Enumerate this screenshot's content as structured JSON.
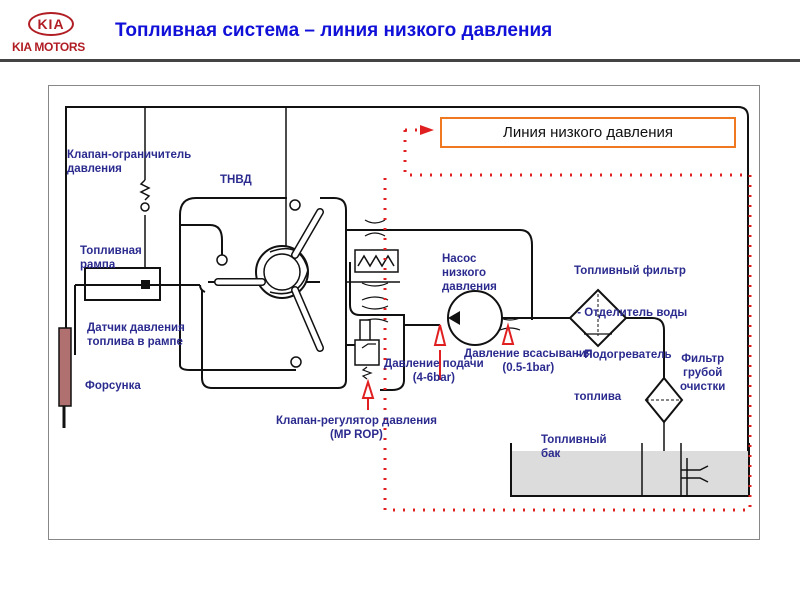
{
  "header": {
    "logo_mark": "KIA",
    "logo_text": "KIA MOTORS",
    "title": "Топливная система – линия низкого давления"
  },
  "legend": {
    "label": "Линия низкого давления",
    "line_style": "dotted",
    "color": "#e02020"
  },
  "colors": {
    "title": "#1010d8",
    "labels": "#2b2b8f",
    "brand": "#b01e24",
    "legend_border": "#f07820",
    "low_pressure_line": "#e02020",
    "tank_fuel": "#dcdcdc",
    "injector": "#b07070"
  },
  "labels": {
    "limiter_valve": [
      "Клапан-ограничитель",
      "давления"
    ],
    "hp_pump": "ТНВД",
    "fuel_rail": [
      "Топливная",
      "рампа"
    ],
    "rail_sensor": [
      "Датчик давления",
      "топлива в рампе"
    ],
    "injector": "Форсунка",
    "regulator": [
      "Клапан-регулятор давления",
      "(MP ROP)"
    ],
    "lp_pump": [
      "Насос",
      "низкого",
      "давления"
    ],
    "supply_pressure": [
      "Давление подачи",
      "(4-6bar)"
    ],
    "suction_pressure": [
      "Давление всасывания",
      "(0.5-1bar)"
    ],
    "fuel_filter": [
      "Топливный фильтр",
      " - Отделитель воды",
      " - Подогреватель",
      "топлива"
    ],
    "coarse_filter": [
      "Фильтр",
      "грубой",
      "очистки"
    ],
    "fuel_tank": [
      "Топливный",
      "бак"
    ]
  }
}
